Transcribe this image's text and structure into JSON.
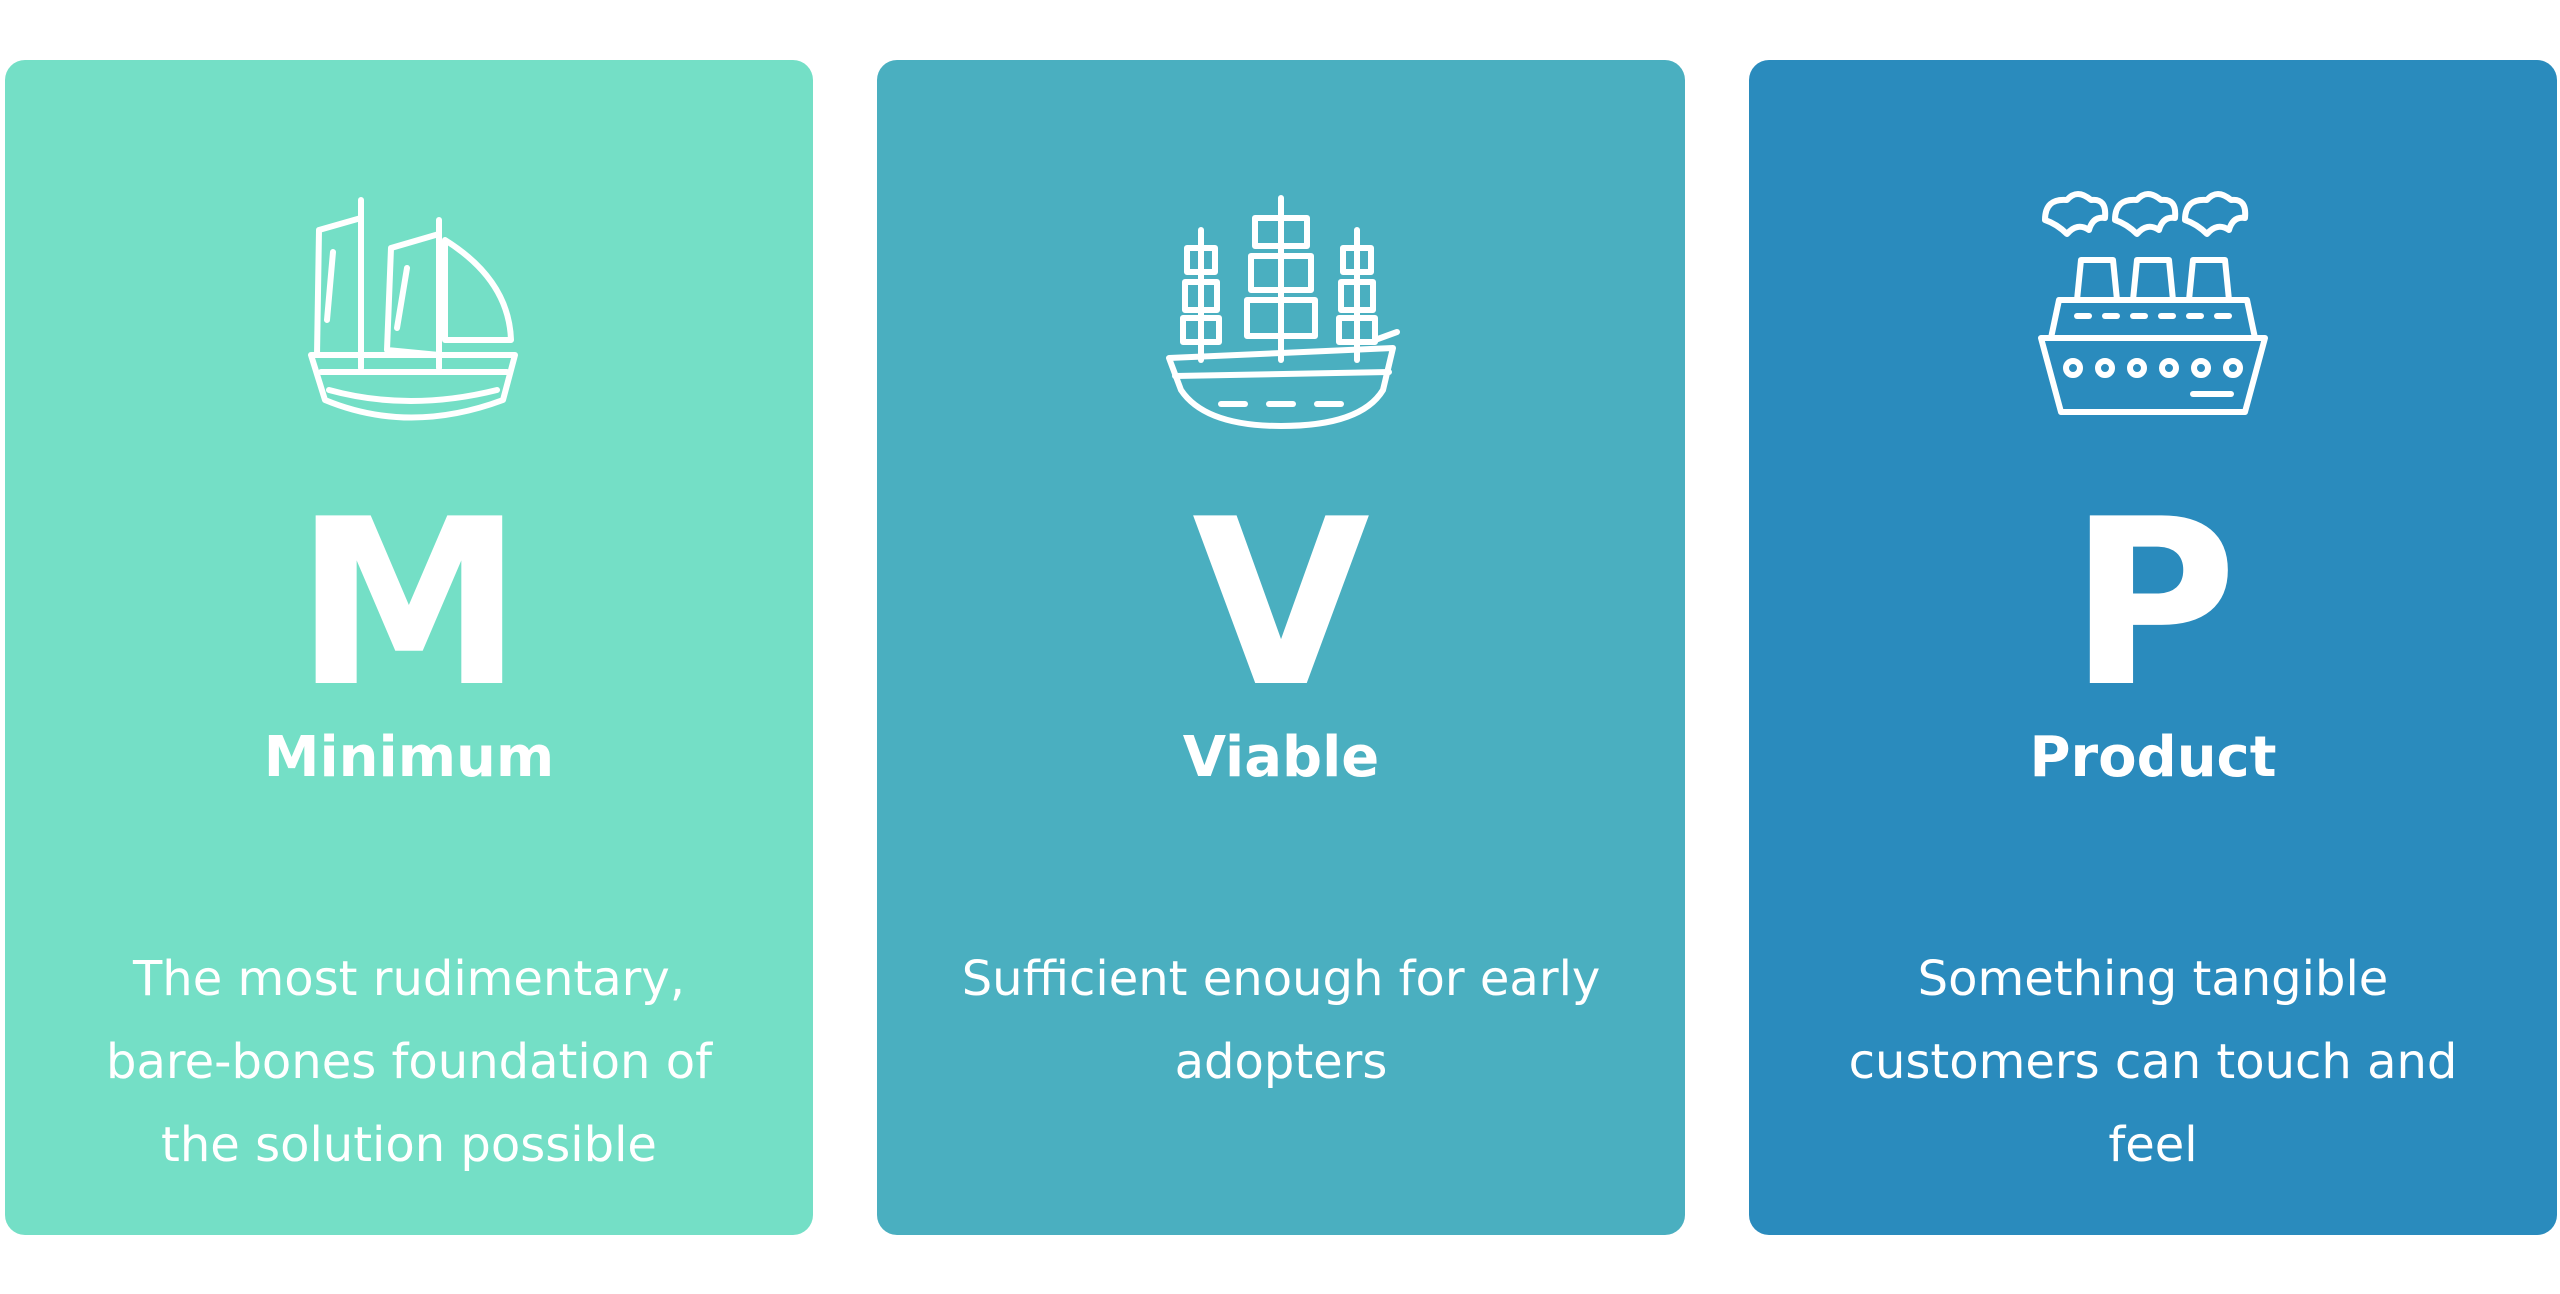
{
  "cards": [
    {
      "icon": "sailboat-icon",
      "letter": "M",
      "word": "Minimum",
      "description": "The most rudimentary, bare-bones foundation of the solution possible",
      "color": "#74DFC6"
    },
    {
      "icon": "galleon-ship-icon",
      "letter": "V",
      "word": "Viable",
      "description": "Sufficient enough for early adopters",
      "color": "#4AAFC0"
    },
    {
      "icon": "cruise-ship-icon",
      "letter": "P",
      "word": "Product",
      "description": "Something tangible customers can touch and feel",
      "color": "#2A8BBD"
    }
  ]
}
